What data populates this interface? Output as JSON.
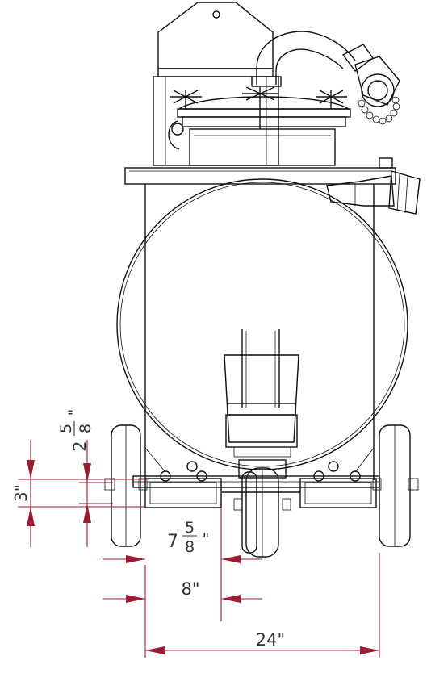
{
  "drawing": {
    "line_color": "#111111",
    "dimension_color": "#9b1b30",
    "background": "#ffffff"
  },
  "dimensions": {
    "wheel_track": {
      "text": "24\""
    },
    "skid_width": {
      "text": "8\""
    },
    "skid_inner_width": {
      "whole": "7",
      "numerator": "5",
      "denominator": "8",
      "unit": "\""
    },
    "skid_height": {
      "text": "3\""
    },
    "axle_height": {
      "whole": "2",
      "numerator": "5",
      "denominator": "8",
      "unit": "\""
    }
  }
}
